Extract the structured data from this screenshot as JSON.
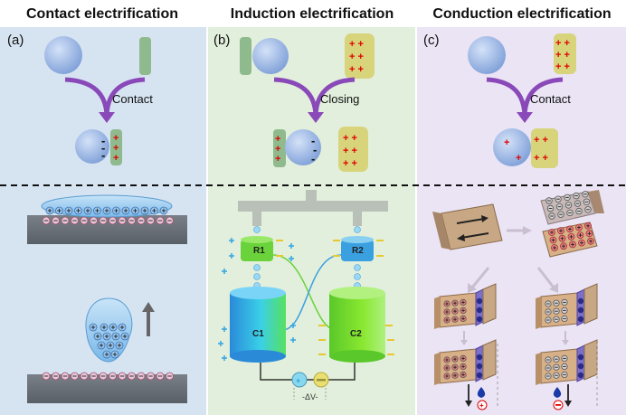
{
  "titles": [
    "Contact electrification",
    "Induction  electrification",
    "Conduction electrification"
  ],
  "panel_labels": [
    "(a)",
    "(b)",
    "(c)"
  ],
  "actions": [
    "Contact",
    "Closing",
    "Contact"
  ],
  "induction_labels": {
    "r1": "R1",
    "r2": "R2",
    "c1": "C1",
    "c2": "C2",
    "delta_v": "-ΔV-"
  },
  "colors": {
    "panel_a": "#d6e4f2",
    "panel_b": "#e2efdc",
    "panel_c": "#ebe4f5",
    "sphere": "#a8c0e8",
    "green_bar": "#8fba8d",
    "yellow_pad": "#d8d47c",
    "plus": "#e00000",
    "arrow": "#8a49b8",
    "water": "#a8d4f2",
    "cylinder_blue": "#3aa0e0",
    "cylinder_green": "#6ad23a",
    "block_tan": "#c8a884"
  }
}
